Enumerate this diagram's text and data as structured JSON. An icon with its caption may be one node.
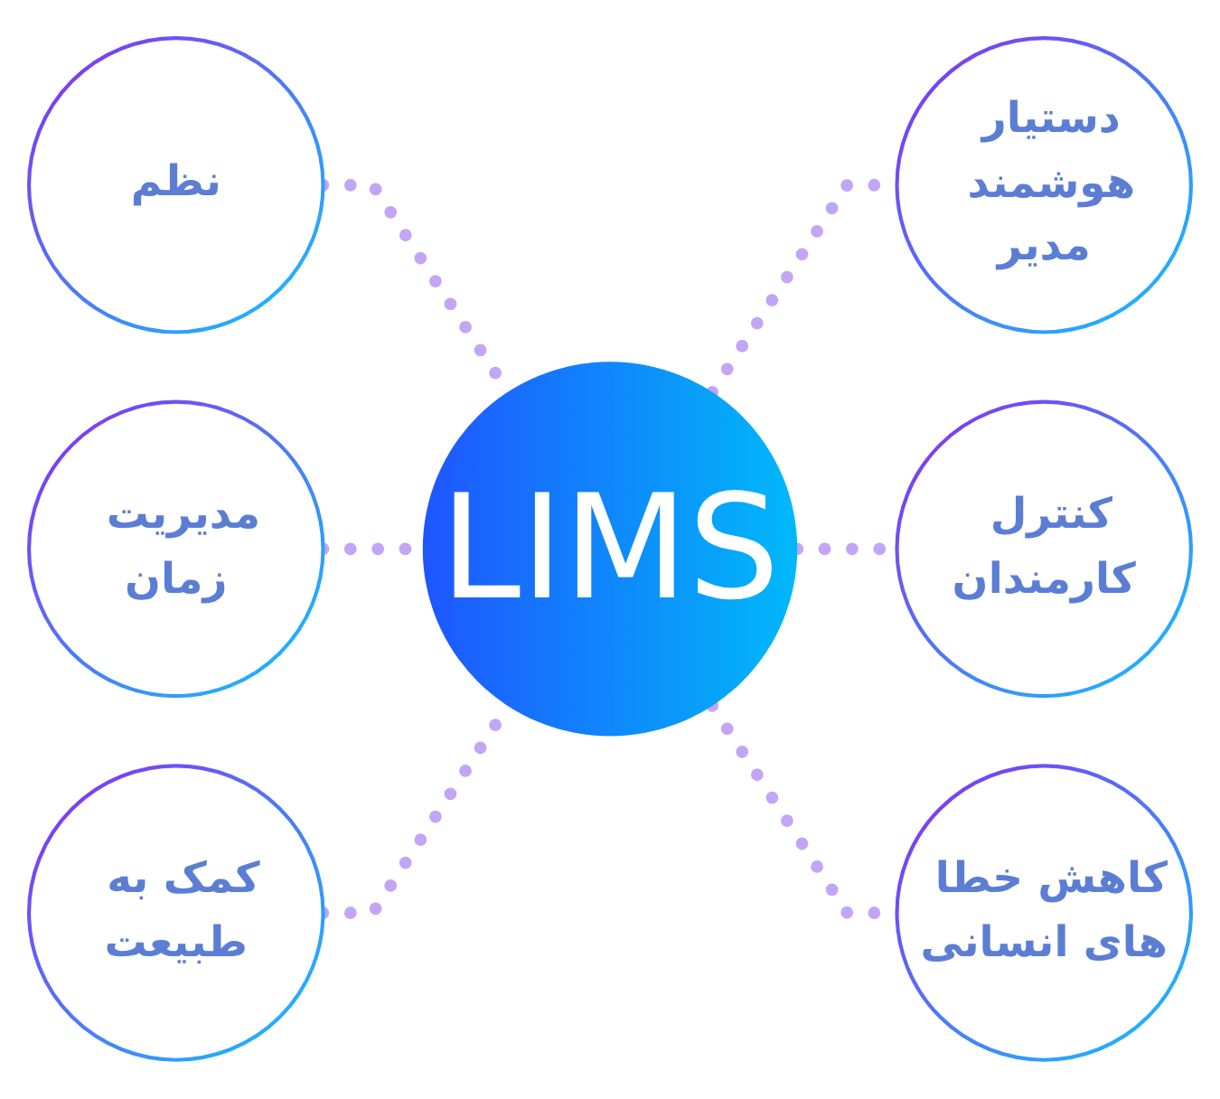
{
  "diagram": {
    "nodes": [
      {
        "text": [
          "نظم"
        ]
      },
      {
        "text": [
          "دستیار هوشمند مدیر"
        ]
      },
      {
        "text": [
          "مدیریت زمان"
        ]
      },
      {
        "text": [
          "LIMS"
        ]
      },
      {
        "text": [
          "کنترل کارمندان"
        ]
      },
      {
        "text": [
          "کمک به طبیعت"
        ]
      },
      {
        "text": [
          "کاهش خطا های انسانی"
        ]
      }
    ],
    "edges": [
      {
        "from": 0,
        "to": 3,
        "arrow": "none",
        "style": "dashed"
      },
      {
        "from": 3,
        "to": 1,
        "arrow": "none",
        "style": "dashed"
      },
      {
        "from": 2,
        "to": 3,
        "arrow": "none",
        "style": "dashed"
      },
      {
        "from": 3,
        "to": 4,
        "arrow": "none",
        "style": "dashed"
      },
      {
        "from": 5,
        "to": 3,
        "arrow": "none",
        "style": "dashed"
      },
      {
        "from": 3,
        "to": 6,
        "arrow": "none",
        "style": "dashed"
      }
    ]
  }
}
